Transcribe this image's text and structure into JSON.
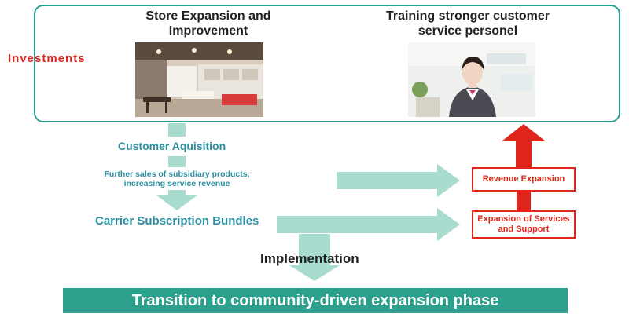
{
  "investments": {
    "label": "Investments",
    "store": {
      "title_line1": "Store Expansion and",
      "title_line2": "Improvement"
    },
    "training": {
      "title_line1": "Training stronger customer",
      "title_line2": "service personel"
    }
  },
  "flow": {
    "customer_acquisition": "Customer Aquisition",
    "further_sales_line1": "Further sales of subsidiary products,",
    "further_sales_line2": "increasing service revenue",
    "carrier_bundles": "Carrier Subscription Bundles",
    "implementation": "Implementation"
  },
  "outcomes": {
    "revenue_expansion": "Revenue Expansion",
    "services_line1": "Expansion of Services",
    "services_line2": "and Support"
  },
  "banner": "Transition to community-driven expansion phase",
  "colors": {
    "teal": "#2aa08d",
    "light_teal": "#a7dccf",
    "red": "#e0261a"
  }
}
